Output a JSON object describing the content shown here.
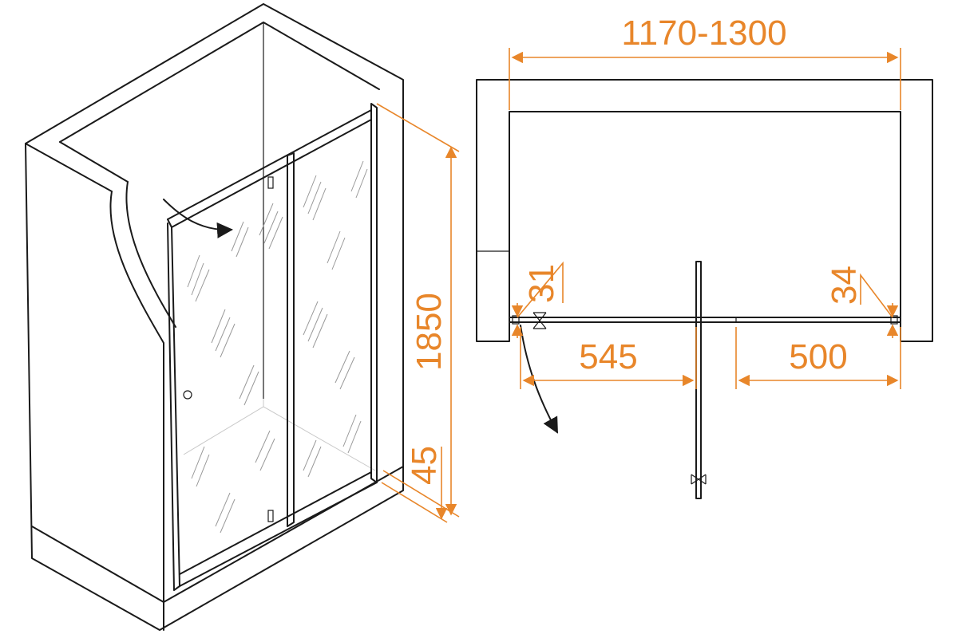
{
  "dimensions": {
    "overall_width": "1170-1300",
    "height": "1850",
    "bottom_gap": "45",
    "left_gap": "31",
    "right_gap": "34",
    "door_width": "545",
    "fixed_panel_width": "500"
  },
  "colors": {
    "line": "#1a1a1a",
    "dimension": "#e8862a"
  }
}
